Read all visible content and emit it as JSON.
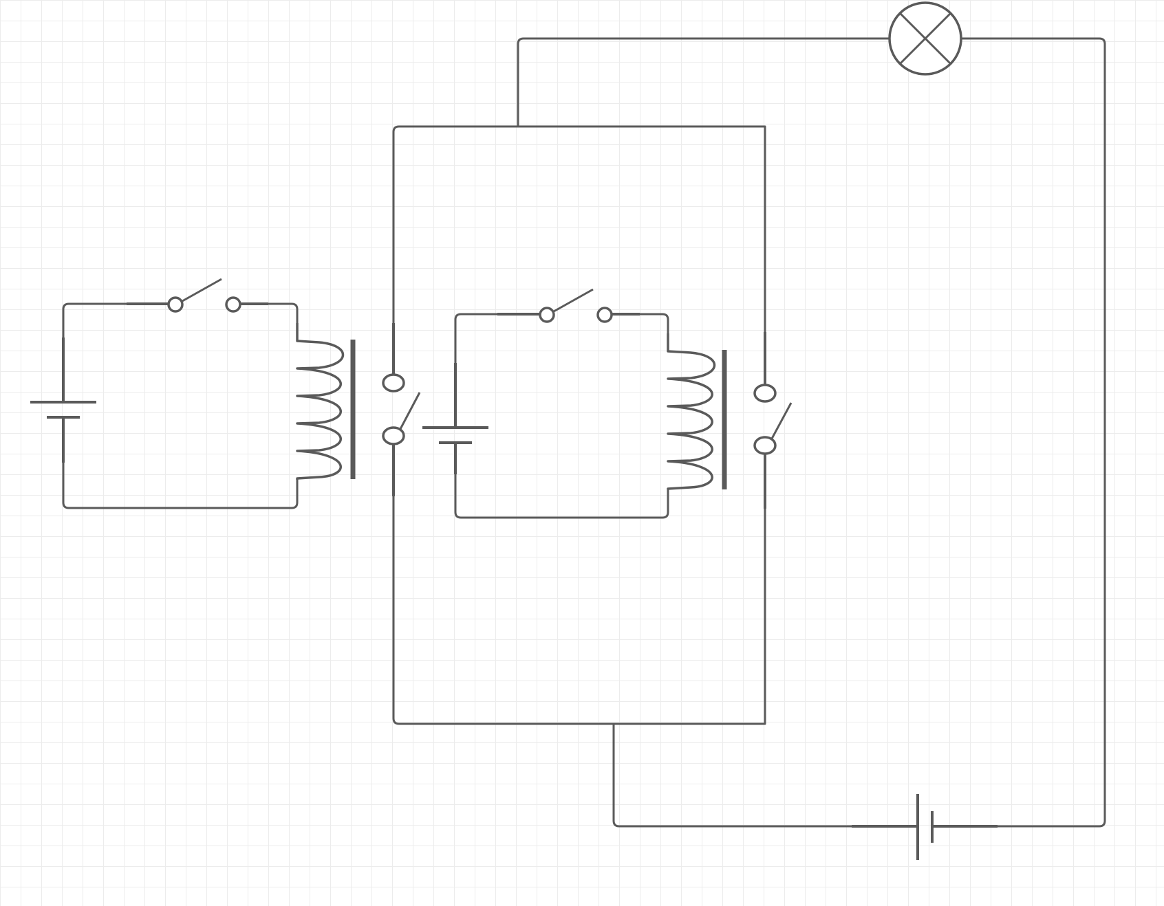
{
  "diagram": {
    "type": "circuit-schematic",
    "grid": true,
    "colors": {
      "background": "#ffffff",
      "grid": "#ececec",
      "stroke": "#5a5a5a"
    },
    "components": [
      {
        "kind": "battery",
        "circuit": "control-1"
      },
      {
        "kind": "push-switch",
        "state": "open",
        "circuit": "control-1"
      },
      {
        "kind": "relay-coil",
        "circuit": "control-1"
      },
      {
        "kind": "relay-contact",
        "state": "open",
        "circuit": "load"
      },
      {
        "kind": "battery",
        "circuit": "control-2"
      },
      {
        "kind": "push-switch",
        "state": "open",
        "circuit": "control-2"
      },
      {
        "kind": "relay-coil",
        "circuit": "control-2"
      },
      {
        "kind": "relay-contact",
        "state": "open",
        "circuit": "load"
      },
      {
        "kind": "lamp",
        "circuit": "load"
      },
      {
        "kind": "battery",
        "circuit": "load"
      }
    ]
  }
}
